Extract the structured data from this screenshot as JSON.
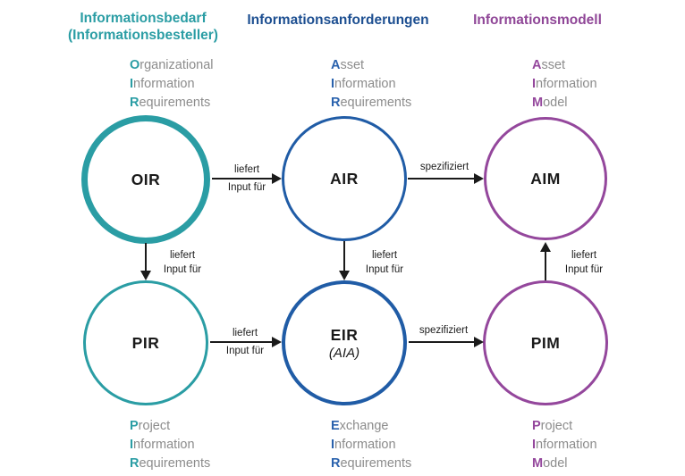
{
  "headers": {
    "left": {
      "line1": "Informationsbedarf",
      "line2": "(Informationsbesteller)"
    },
    "middle": {
      "line1": "Informationsanforderungen"
    },
    "right": {
      "line1": "Informationsmodell"
    }
  },
  "nodes": {
    "oir": {
      "label": "OIR",
      "expansion": [
        {
          "first": "O",
          "rest": "rganizational"
        },
        {
          "first": "I",
          "rest": "nformation"
        },
        {
          "first": "R",
          "rest": "equirements"
        }
      ]
    },
    "air": {
      "label": "AIR",
      "expansion": [
        {
          "first": "A",
          "rest": "sset"
        },
        {
          "first": "I",
          "rest": "nformation"
        },
        {
          "first": "R",
          "rest": "equirements"
        }
      ]
    },
    "aim": {
      "label": "AIM",
      "expansion": [
        {
          "first": "A",
          "rest": "sset"
        },
        {
          "first": "I",
          "rest": "nformation"
        },
        {
          "first": "M",
          "rest": "odel"
        }
      ]
    },
    "pir": {
      "label": "PIR",
      "expansion": [
        {
          "first": "P",
          "rest": "roject"
        },
        {
          "first": "I",
          "rest": "nformation"
        },
        {
          "first": "R",
          "rest": "equirements"
        }
      ]
    },
    "eir": {
      "label": "EIR",
      "sublabel": "(AIA)",
      "expansion": [
        {
          "first": "E",
          "rest": "xchange"
        },
        {
          "first": "I",
          "rest": "nformation"
        },
        {
          "first": "R",
          "rest": "equirements"
        }
      ]
    },
    "pim": {
      "label": "PIM",
      "expansion": [
        {
          "first": "P",
          "rest": "roject"
        },
        {
          "first": "I",
          "rest": "nformation"
        },
        {
          "first": "M",
          "rest": "odel"
        }
      ]
    }
  },
  "edges": {
    "oir_air": {
      "line1": "liefert",
      "line2": "Input für"
    },
    "air_aim": {
      "label": "spezifiziert"
    },
    "oir_pir": {
      "line1": "liefert",
      "line2": "Input für"
    },
    "air_eir": {
      "line1": "liefert",
      "line2": "Input für"
    },
    "pir_eir": {
      "line1": "liefert",
      "line2": "Input für"
    },
    "eir_pim": {
      "label": "spezifiziert"
    },
    "pim_aim": {
      "line1": "liefert",
      "line2": "Input für"
    }
  },
  "colors": {
    "teal": "#2a9da4",
    "blue_circle": "#205ca6",
    "blue_header": "#1d4f91",
    "blue_letter": "#2a62ad",
    "purple": "#94479c",
    "gray_text": "#8c8c8c",
    "arrow": "#1a1a1a"
  }
}
